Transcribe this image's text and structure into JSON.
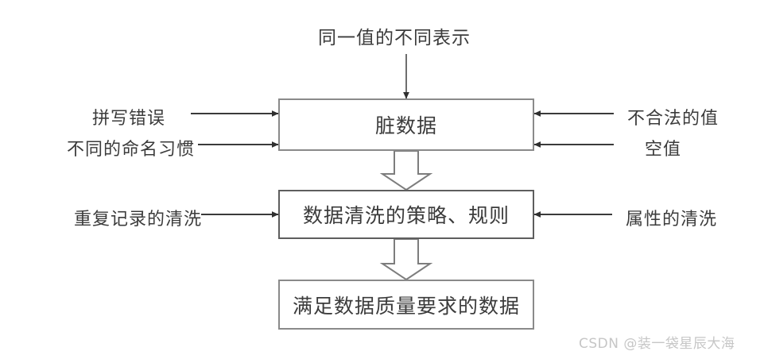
{
  "diagram": {
    "title_text": "同一值的不同表示",
    "boxes": [
      {
        "id": "dirty-data",
        "label": "脏数据"
      },
      {
        "id": "cleaning-rules",
        "label": "数据清洗的策略、规则"
      },
      {
        "id": "quality-data",
        "label": "满足数据质量要求的数据"
      }
    ],
    "inputs_left_top": [
      {
        "label": "拼写错误"
      },
      {
        "label": "不同的命名习惯"
      }
    ],
    "inputs_right_top": [
      {
        "label": "不合法的值"
      },
      {
        "label": "空值"
      }
    ],
    "inputs_left_middle": [
      {
        "label": "重复记录的清洗"
      }
    ],
    "inputs_right_middle": [
      {
        "label": "属性的清洗"
      }
    ],
    "colors": {
      "background": "#ffffff",
      "box_border": "#8a8a8a",
      "text": "#3b3b3b",
      "arrow_line": "#3a3a3a",
      "block_arrow_fill": "#ffffff",
      "block_arrow_stroke": "#7d7d7d",
      "watermark": "#c6c6c6"
    }
  },
  "watermark": {
    "text": "CSDN @装一袋星辰大海"
  }
}
